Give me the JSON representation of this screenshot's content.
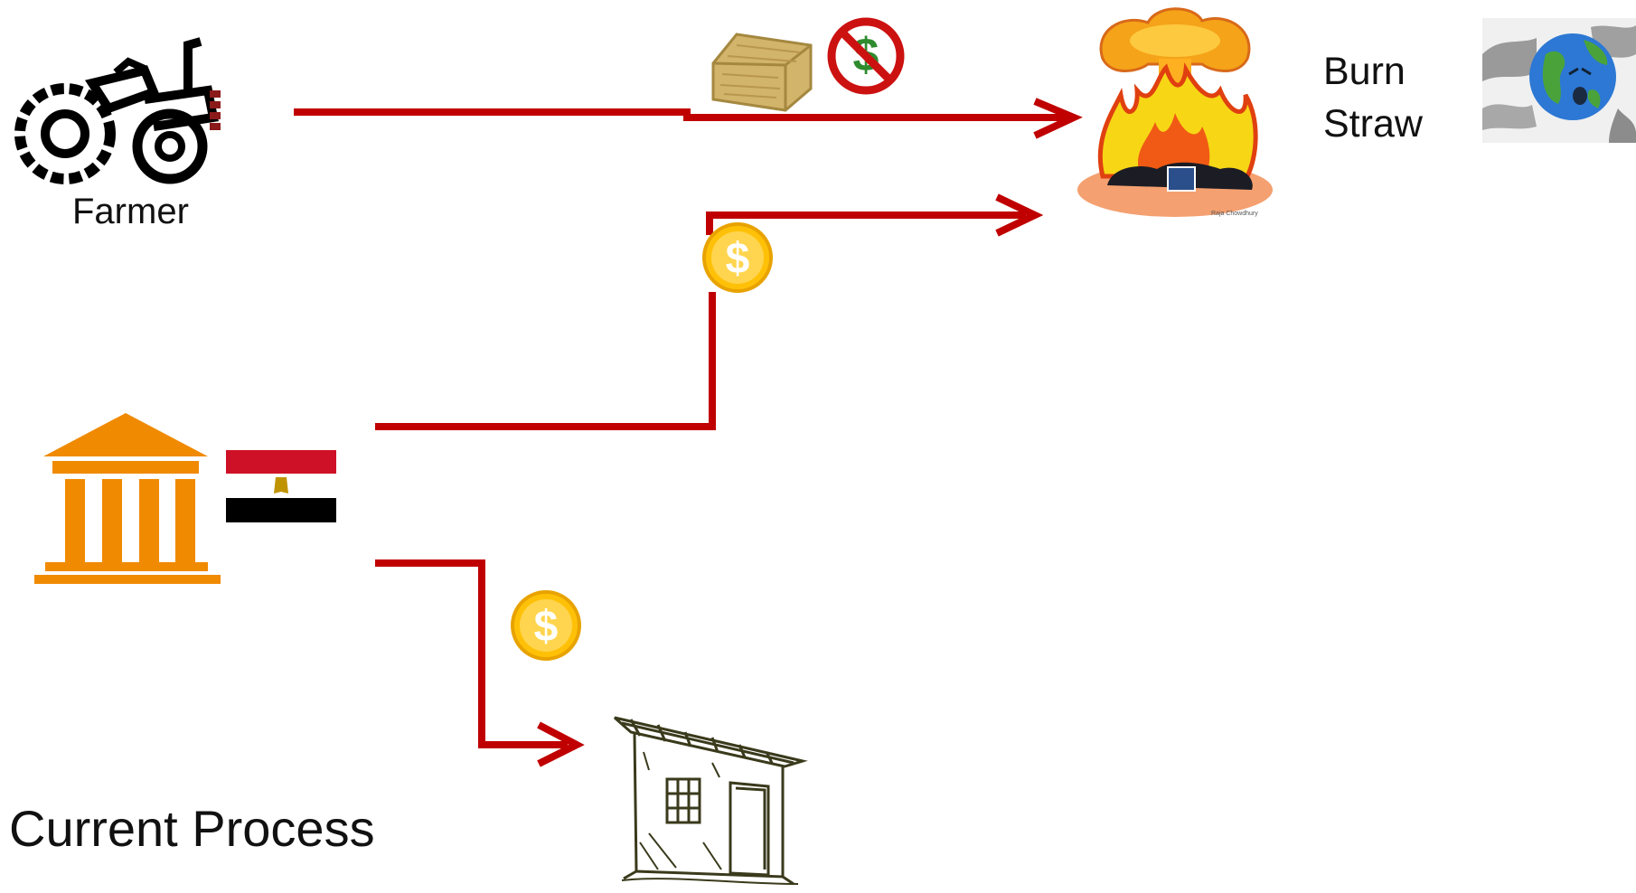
{
  "labels": {
    "farmer": "Farmer",
    "burn_straw": "Burn\nStraw",
    "title": "Current Process",
    "fire_credit": "Raja Chowdhury"
  },
  "icons": {
    "farmer": "tractor-icon",
    "government": "government-building-icon",
    "flag": "egypt-flag-icon",
    "straw": "straw-bale-icon",
    "no_money": "no-money-icon",
    "fire": "fire-explosion-icon",
    "pollution": "polluted-earth-icon",
    "coin": "coin-dollar-icon",
    "shed": "shed-icon"
  },
  "colors": {
    "arrow": "#c00000",
    "building": "#f08a00",
    "tractor_accent": "#8b1a1a",
    "coin": "#ffc107",
    "flag_red": "#ce1126",
    "flag_black": "#000000"
  },
  "symbols": {
    "dollar": "$"
  }
}
